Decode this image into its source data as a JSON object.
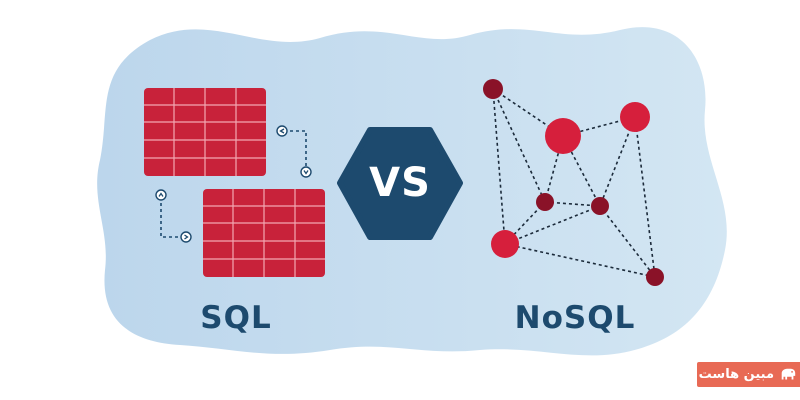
{
  "labels": {
    "sql": "SQL",
    "nosql": "NoSQL",
    "vs": "VS"
  },
  "brand": {
    "text": "مبین هاست",
    "icon": "elephant-logo-icon"
  },
  "colors": {
    "background_blob": "#c9dff0",
    "table_red": "#c8223a",
    "hexagon_navy": "#1d4a6e",
    "node_bright": "#d61f3c",
    "node_dark": "#8a1228",
    "brand_badge": "#e86a55"
  },
  "icons": [
    "table-icon",
    "arrow-icon",
    "network-node-icon",
    "hexagon-icon"
  ]
}
